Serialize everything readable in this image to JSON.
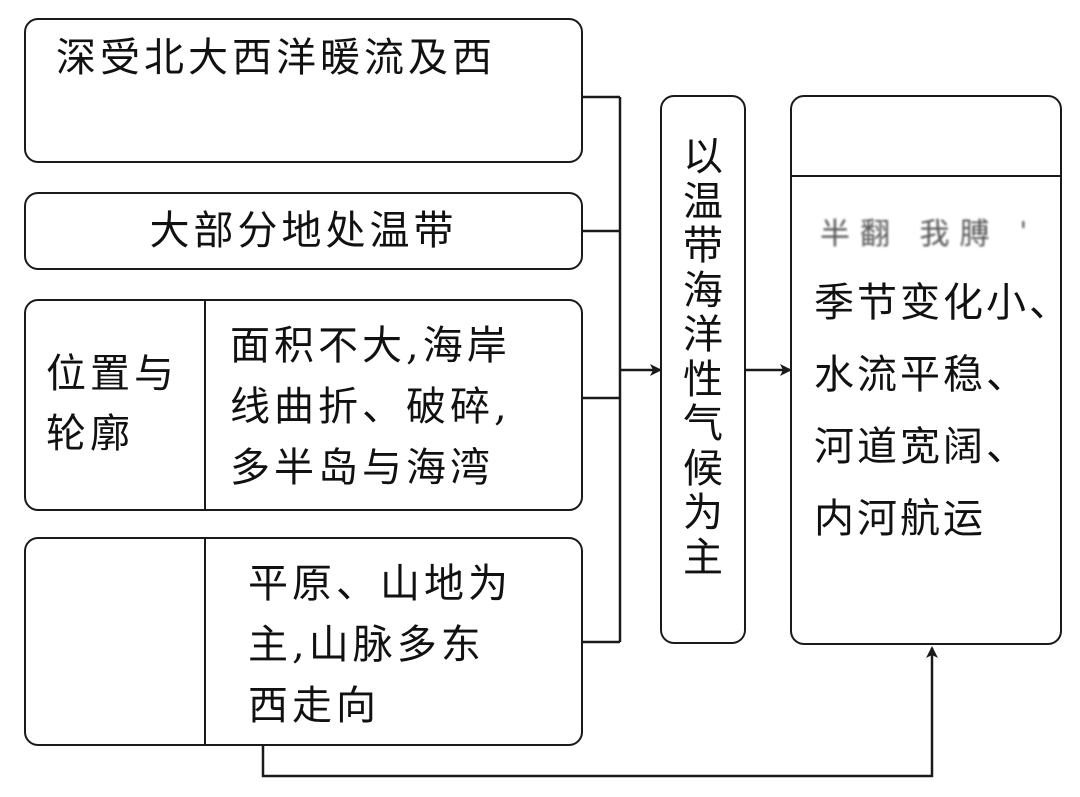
{
  "factors": {
    "climate_box": {
      "line1": "深受北大西洋暖流及西"
    },
    "temperate_box": {
      "text": "大部分地处温带"
    },
    "position_box": {
      "label_lines": [
        "位置与",
        "轮廓"
      ],
      "content_lines": [
        "面积不大,海岸",
        "线曲折、破碎,",
        "多半岛与海湾"
      ]
    },
    "terrain_box": {
      "label_lines": [],
      "content_lines": [
        "平原、山地为",
        "主,山脉多东",
        "西走向"
      ]
    }
  },
  "climate": {
    "chars": [
      "以",
      "温",
      "带",
      "海",
      "洋",
      "性",
      "气",
      "候",
      "为",
      "主"
    ]
  },
  "rivers": {
    "header": "",
    "subtitle_blurred": "半翻 我膊 ˈ",
    "lines": [
      "季节变化小、",
      "水流平稳、",
      "河道宽阔、",
      "内河航运"
    ]
  }
}
